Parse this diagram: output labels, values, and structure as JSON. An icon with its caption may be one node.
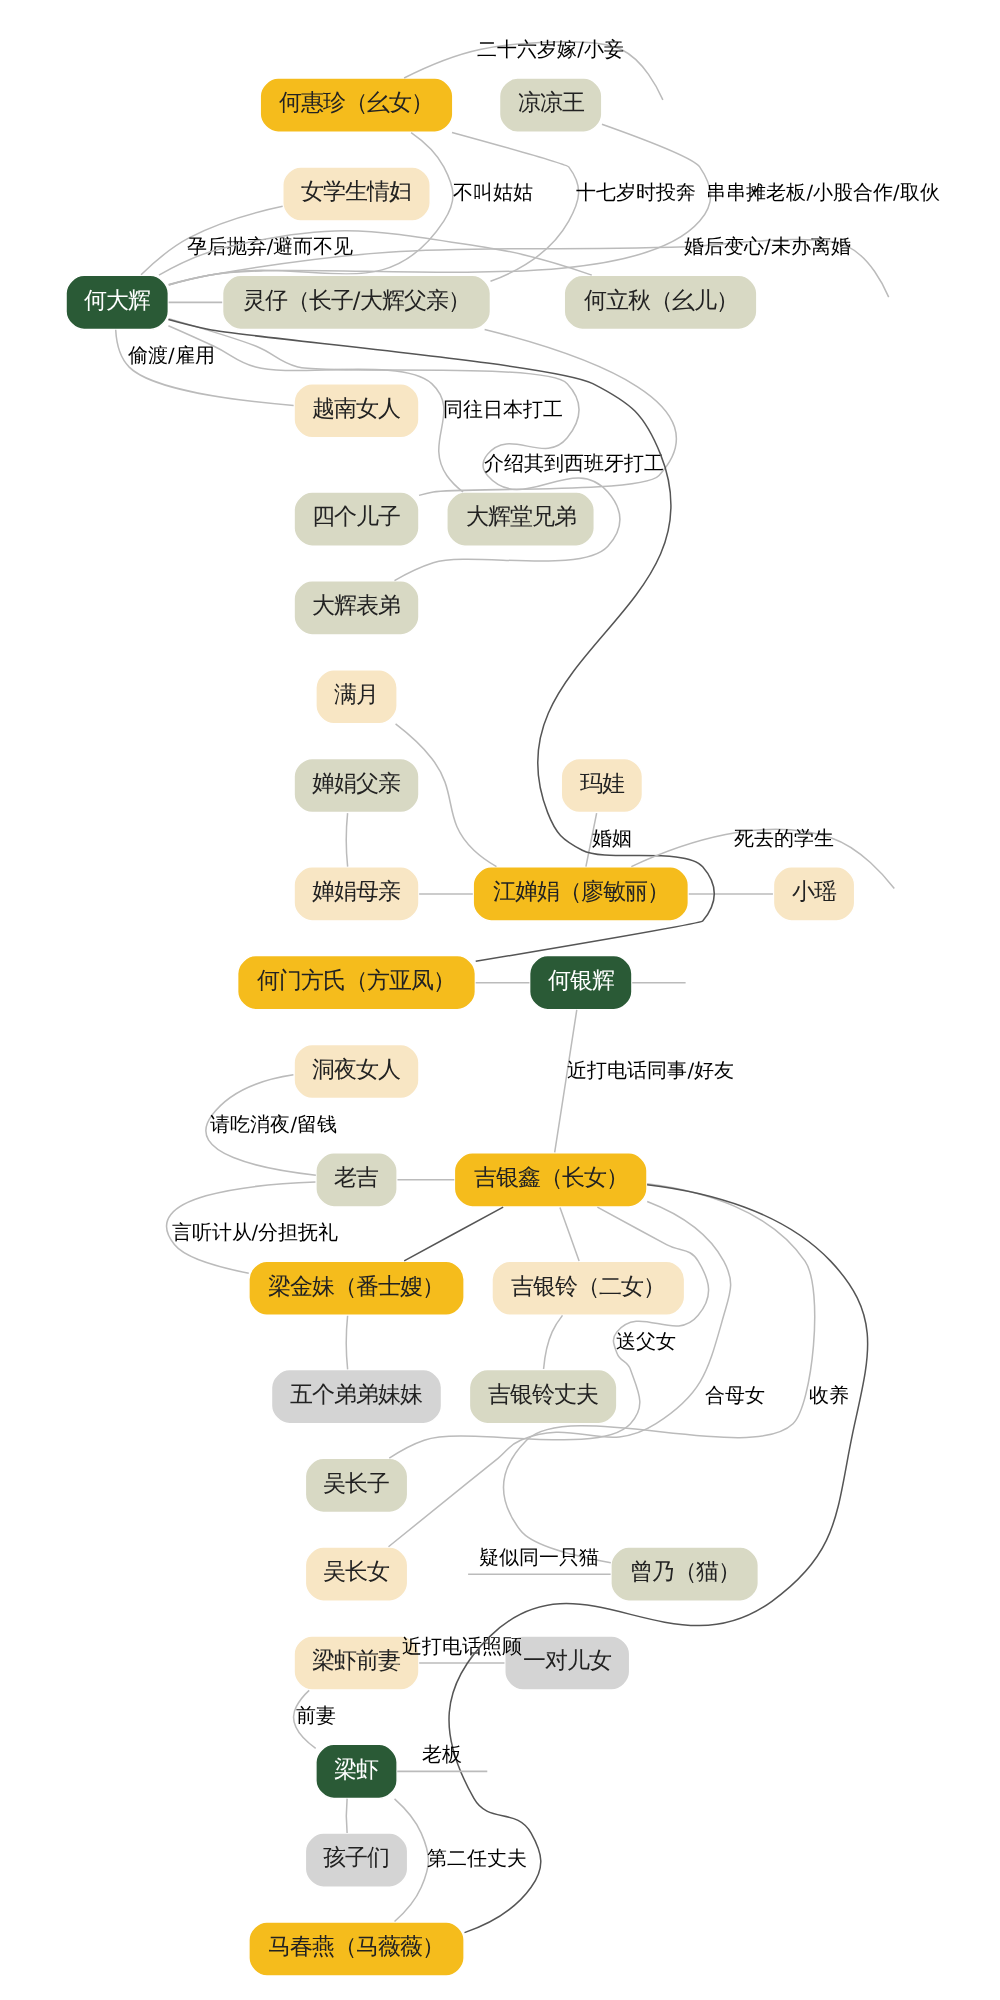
{
  "diagram": {
    "nodes": [
      {
        "text": [
          "何惠珍（幺女）"
        ]
      },
      {
        "text": [
          "凉凉王"
        ]
      },
      {
        "text": [
          "女学生情妇"
        ]
      },
      {
        "text": [
          "何大辉"
        ]
      },
      {
        "text": [
          "何立秋（幺儿）"
        ]
      },
      {
        "text": [
          "灵仔（长子/大辉父亲）"
        ]
      },
      {
        "text": [
          "越南女人"
        ]
      },
      {
        "text": [
          "四个儿子"
        ]
      },
      {
        "text": [
          "大辉堂兄弟"
        ]
      },
      {
        "text": [
          "大辉表弟"
        ]
      },
      {
        "text": [
          "满月"
        ]
      },
      {
        "text": [
          "婵娟父亲"
        ]
      },
      {
        "text": [
          "玛娃"
        ]
      },
      {
        "text": [
          "婵娟母亲"
        ]
      },
      {
        "text": [
          "江婵娟（廖敏丽）"
        ]
      },
      {
        "text": [
          "小瑶"
        ]
      },
      {
        "text": [
          "何门方氏（方亚凤）"
        ]
      },
      {
        "text": [
          "何银辉"
        ]
      },
      {
        "text": [
          "洞夜女人"
        ]
      },
      {
        "text": [
          "老吉"
        ]
      },
      {
        "text": [
          "吉银鑫（长女）"
        ]
      },
      {
        "text": [
          "梁金妹（番士嫂）"
        ]
      },
      {
        "text": [
          "吉银铃（二女）"
        ]
      },
      {
        "text": [
          "五个弟弟妹妹"
        ]
      },
      {
        "text": [
          "吉银铃丈夫"
        ]
      },
      {
        "text": [
          "吴长子"
        ]
      },
      {
        "text": [
          "吴长女"
        ]
      },
      {
        "text": [
          "梁虾前妻"
        ]
      },
      {
        "text": [
          "一对儿女"
        ]
      },
      {
        "text": [
          "梁虾"
        ]
      },
      {
        "text": [
          "孩子们"
        ]
      },
      {
        "text": [
          "曾乃（猫）"
        ]
      },
      {
        "text": [
          "马春燕（马薇薇）"
        ]
      }
    ],
    "edges": [
      {
        "from": null,
        "to": 0,
        "arrow": "none",
        "label": "二十六岁嫁/小妾"
      },
      {
        "from": 0,
        "to": 5,
        "arrow": "none",
        "label": "十七岁时投奔"
      },
      {
        "from": 0,
        "to": 3,
        "arrow": "none",
        "label": "不叫姑姑"
      },
      {
        "from": 1,
        "to": 3,
        "arrow": "none",
        "label": "串串摊老板/小股合作/取伙"
      },
      {
        "from": 2,
        "to": 3,
        "arrow": "none",
        "label": "孕后抛弃/避而不见"
      },
      {
        "from": 3,
        "to": 6,
        "arrow": "none",
        "label": "偷渡/雇用"
      },
      {
        "from": 3,
        "to": 8,
        "arrow": "none",
        "label": "同往日本打工"
      },
      {
        "from": 3,
        "to": 9,
        "arrow": "none",
        "label": "介绍其到西班牙打工"
      },
      {
        "from": 3,
        "to": null,
        "arrow": "none",
        "label": "婚后变心/未办离婚"
      },
      {
        "from": 3,
        "to": 4,
        "arrow": "none"
      },
      {
        "from": 5,
        "to": 7,
        "arrow": "none"
      },
      {
        "from": 5,
        "to": 3,
        "arrow": "none"
      },
      {
        "from": 11,
        "to": 13,
        "arrow": "none"
      },
      {
        "from": 13,
        "to": 14,
        "arrow": "none"
      },
      {
        "from": 12,
        "to": 14,
        "arrow": "none",
        "label": "婚姻"
      },
      {
        "from": 14,
        "to": 15,
        "arrow": "none"
      },
      {
        "from": 10,
        "to": 14,
        "arrow": "none"
      },
      {
        "from": null,
        "to": 14,
        "arrow": "none",
        "label": "死去的学生"
      },
      {
        "from": 16,
        "to": 17,
        "arrow": "none"
      },
      {
        "from": 16,
        "to": 3,
        "arrow": "none",
        "color": "#555555"
      },
      {
        "from": 17,
        "to": 20,
        "arrow": "none",
        "label": "近打电话同事/好友"
      },
      {
        "from": 17,
        "to": null,
        "arrow": "none"
      },
      {
        "from": 18,
        "to": 19,
        "arrow": "none",
        "label": "请吃消夜/留钱"
      },
      {
        "from": 19,
        "to": 20,
        "arrow": "none"
      },
      {
        "from": 19,
        "to": 21,
        "arrow": "none",
        "label": "言听计从/分担抚礼"
      },
      {
        "from": 21,
        "to": 20,
        "arrow": "none",
        "color": "#555555"
      },
      {
        "from": 21,
        "to": 23,
        "arrow": "none"
      },
      {
        "from": 20,
        "to": 22,
        "arrow": "none"
      },
      {
        "from": 20,
        "to": 31,
        "arrow": "none",
        "label": "收养"
      },
      {
        "from": 22,
        "to": 24,
        "arrow": "none"
      },
      {
        "from": 20,
        "to": 25,
        "arrow": "none",
        "label": "送父女"
      },
      {
        "from": 20,
        "to": 26,
        "arrow": "none",
        "label": "合母女"
      },
      {
        "from": 27,
        "to": 28,
        "arrow": "none",
        "label": "近打电话照顾"
      },
      {
        "from": 27,
        "to": 29,
        "arrow": "none",
        "label": "前妻"
      },
      {
        "from": null,
        "to": 29,
        "arrow": "none",
        "label": "老板"
      },
      {
        "from": 29,
        "to": 32,
        "arrow": "none",
        "label": "第二任丈夫"
      },
      {
        "from": 29,
        "to": 30,
        "arrow": "none"
      },
      {
        "from": 31,
        "to": null,
        "arrow": "none",
        "label": "疑似同一只猫"
      },
      {
        "from": 32,
        "to": 20,
        "arrow": "none",
        "color": "#555555"
      }
    ]
  }
}
